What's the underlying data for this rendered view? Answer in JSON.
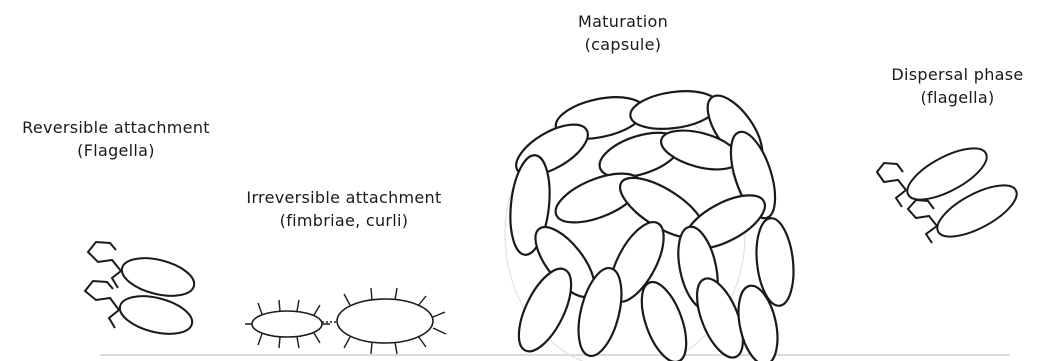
{
  "stages": {
    "reversible": {
      "title": "Reversible attachment",
      "subtitle": "(Flagella)"
    },
    "irreversible": {
      "title": "Irreversible attachment",
      "subtitle": "(fimbriae, curli)"
    },
    "maturation": {
      "title": "Maturation",
      "subtitle": "(capsule)"
    },
    "dispersal": {
      "title": "Dispersal phase",
      "subtitle": "(flagella)"
    }
  },
  "colors": {
    "ink": "#1a1a1a",
    "background": "#ffffff"
  }
}
